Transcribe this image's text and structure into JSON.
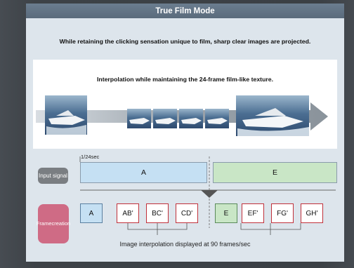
{
  "title": "True Film Mode",
  "subtitle": "While retaining the clicking sensation unique to film, sharp clear images are projected.",
  "illustration": {
    "caption": "Interpolation while maintaining the 24-frame film-like texture."
  },
  "timeline": {
    "interval_label": "1/24sec",
    "input_label": "Input signal",
    "frame_label_line1": "Frame",
    "frame_label_line2": "creation",
    "input_frames": [
      "A",
      "E"
    ],
    "created_frames": [
      {
        "label": "A",
        "kind": "original-a"
      },
      {
        "label": "AB'",
        "kind": "interpolated"
      },
      {
        "label": "BC'",
        "kind": "interpolated"
      },
      {
        "label": "CD'",
        "kind": "interpolated"
      },
      {
        "label": "E",
        "kind": "original-e"
      },
      {
        "label": "EF'",
        "kind": "interpolated"
      },
      {
        "label": "FG'",
        "kind": "interpolated"
      },
      {
        "label": "GH'",
        "kind": "interpolated"
      }
    ],
    "bottom_caption": "Image interpolation displayed at 90 frames/sec"
  },
  "colors": {
    "panel_bg": "#dde5ec",
    "title_bar": "#5f7183",
    "input_a": "#c5e0f3",
    "input_e": "#c9e6c6",
    "interpolated_border": "#c0303a",
    "frame_creation_label": "#cf6b85",
    "input_signal_label": "#7a7e82"
  }
}
